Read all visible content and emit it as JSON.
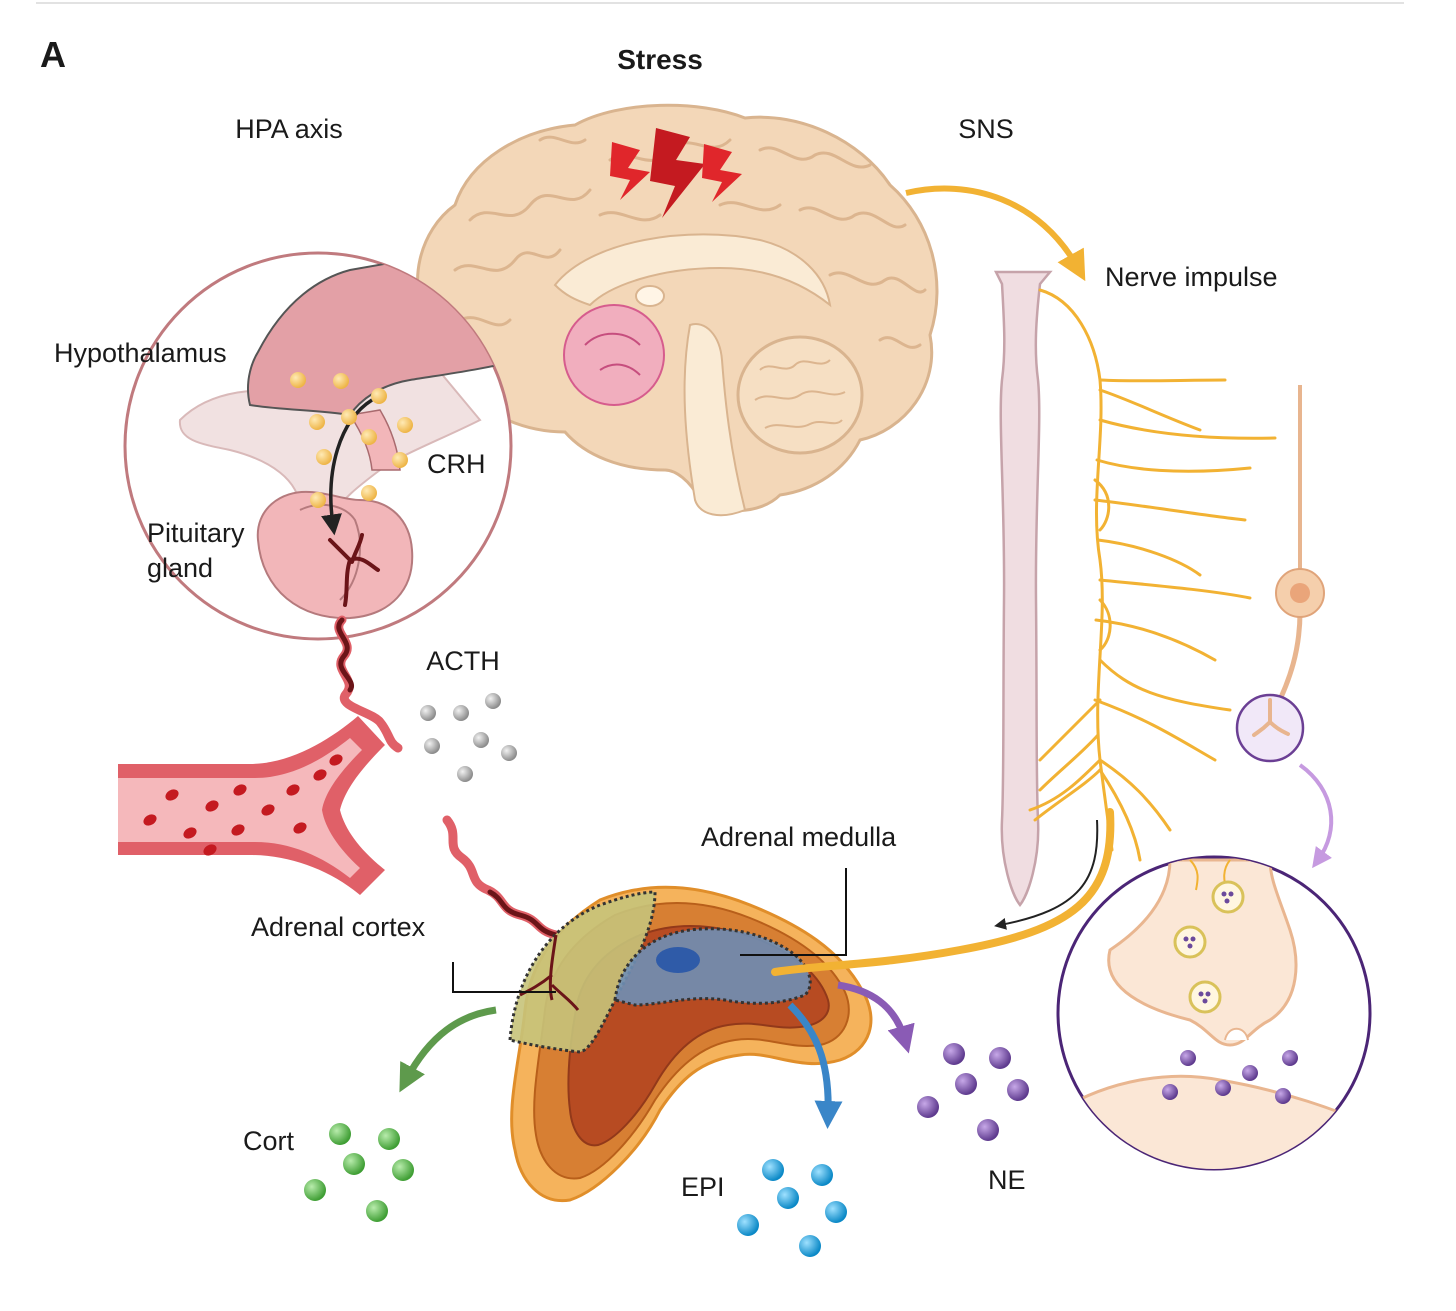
{
  "figure": {
    "panel_letter": "A",
    "title": "Stress"
  },
  "labels": {
    "hpa_axis": "HPA axis",
    "sns": "SNS",
    "nerve_impulse": "Nerve impulse",
    "hypothalamus": "Hypothalamus",
    "crh": "CRH",
    "pituitary_line1": "Pituitary",
    "pituitary_line2": "gland",
    "acth": "ACTH",
    "adrenal_medulla": "Adrenal medulla",
    "adrenal_cortex": "Adrenal cortex",
    "cort": "Cort",
    "epi": "EPI",
    "ne": "NE"
  },
  "colors": {
    "brain": "#f3d7b8",
    "brain_outline": "#d9b48f",
    "hypothalamus": "#e3a0a6",
    "pituitary": "#f2b6b9",
    "vessel": "#e06068",
    "vessel_dark": "#8b1e22",
    "sns_nerve": "#f2b233",
    "spinal_cord": "#f0dde1",
    "cortex_green": "#c6c37a",
    "adrenal_orange": "#e89a4a",
    "medulla_blue": "#6f8fb5",
    "cort_green": "#5fbf4f",
    "epi_blue": "#1aa3dd",
    "ne_purple": "#7a55a6",
    "acth_grey": "#a8a8a8",
    "crh_yellow": "#f6c86a",
    "arrow_green": "#5e9a4c",
    "arrow_blue": "#3a86c8",
    "arrow_purple": "#8a5bb5",
    "stress_red": "#e0262b"
  },
  "icons": {
    "stress": "lightning-bolt-icon",
    "synapse": "synapse-icon"
  }
}
